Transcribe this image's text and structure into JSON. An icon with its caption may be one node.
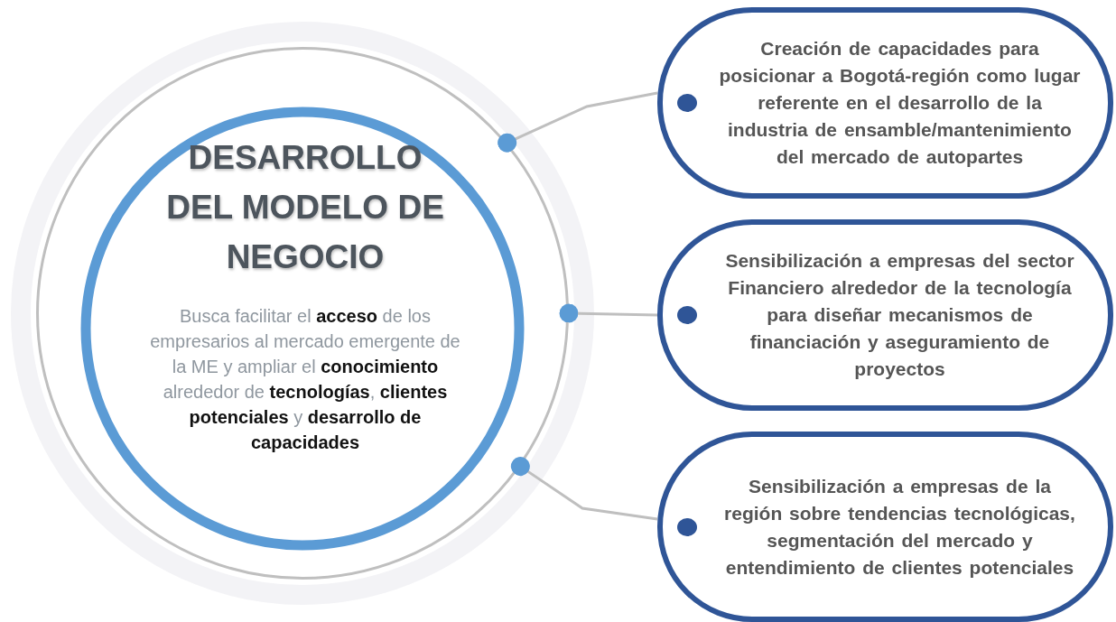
{
  "diagram": {
    "nodes": [
      {
        "text": [
          "DESARROLLO DEL MODELO DE NEGOCIO",
          "Busca facilitar el **acceso** de los empresarios al mercado emergente de la ME y ampliar el **conocimiento** alrededor de **tecnologías**, **clientes potenciales** y **desarrollo de capacidades**"
        ]
      },
      {
        "text": [
          "Creación de capacidades para posicionar a Bogotá-región como lugar referente en el desarrollo de la industria de ensamble/mantenimiento del mercado de autopartes"
        ]
      },
      {
        "text": [
          "Sensibilización a empresas del sector Financiero alrededor de la tecnología para diseñar mecanismos de financiación y aseguramiento de proyectos"
        ]
      },
      {
        "text": [
          "Sensibilización a empresas de la región sobre tendencias tecnológicas, segmentación del mercado y entendimiento de clientes potenciales"
        ]
      }
    ],
    "edges": [
      {
        "from": 0,
        "to": 1,
        "arrow": "other"
      },
      {
        "from": 0,
        "to": 2,
        "arrow": "other"
      },
      {
        "from": 0,
        "to": 3,
        "arrow": "other"
      }
    ]
  }
}
